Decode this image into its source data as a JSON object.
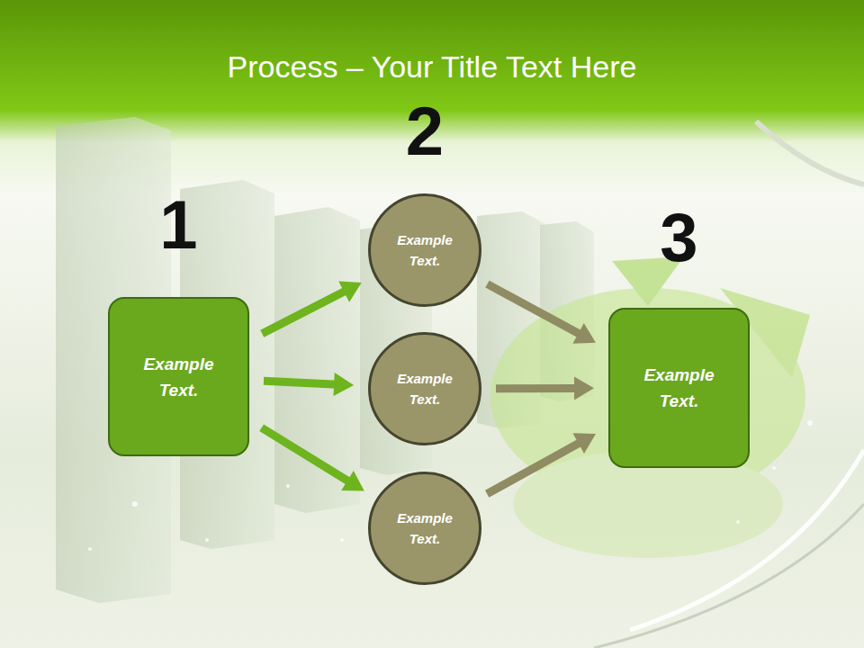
{
  "diagram": {
    "title": "Process – Your Title Text Here",
    "nodes": [
      {
        "text": [
          "1",
          "Example Text."
        ]
      },
      {
        "text": [
          "2",
          "Example Text."
        ]
      },
      {
        "text": [
          "Example Text."
        ]
      },
      {
        "text": [
          "Example Text."
        ]
      },
      {
        "text": [
          "3",
          "Example Text."
        ]
      }
    ],
    "edges": [
      {
        "from": 0,
        "to": 1,
        "arrow": "to"
      },
      {
        "from": 0,
        "to": 2,
        "arrow": "to"
      },
      {
        "from": 0,
        "to": 3,
        "arrow": "to"
      },
      {
        "from": 1,
        "to": 4,
        "arrow": "to"
      },
      {
        "from": 2,
        "to": 4,
        "arrow": "to"
      },
      {
        "from": 3,
        "to": 4,
        "arrow": "to"
      }
    ]
  }
}
